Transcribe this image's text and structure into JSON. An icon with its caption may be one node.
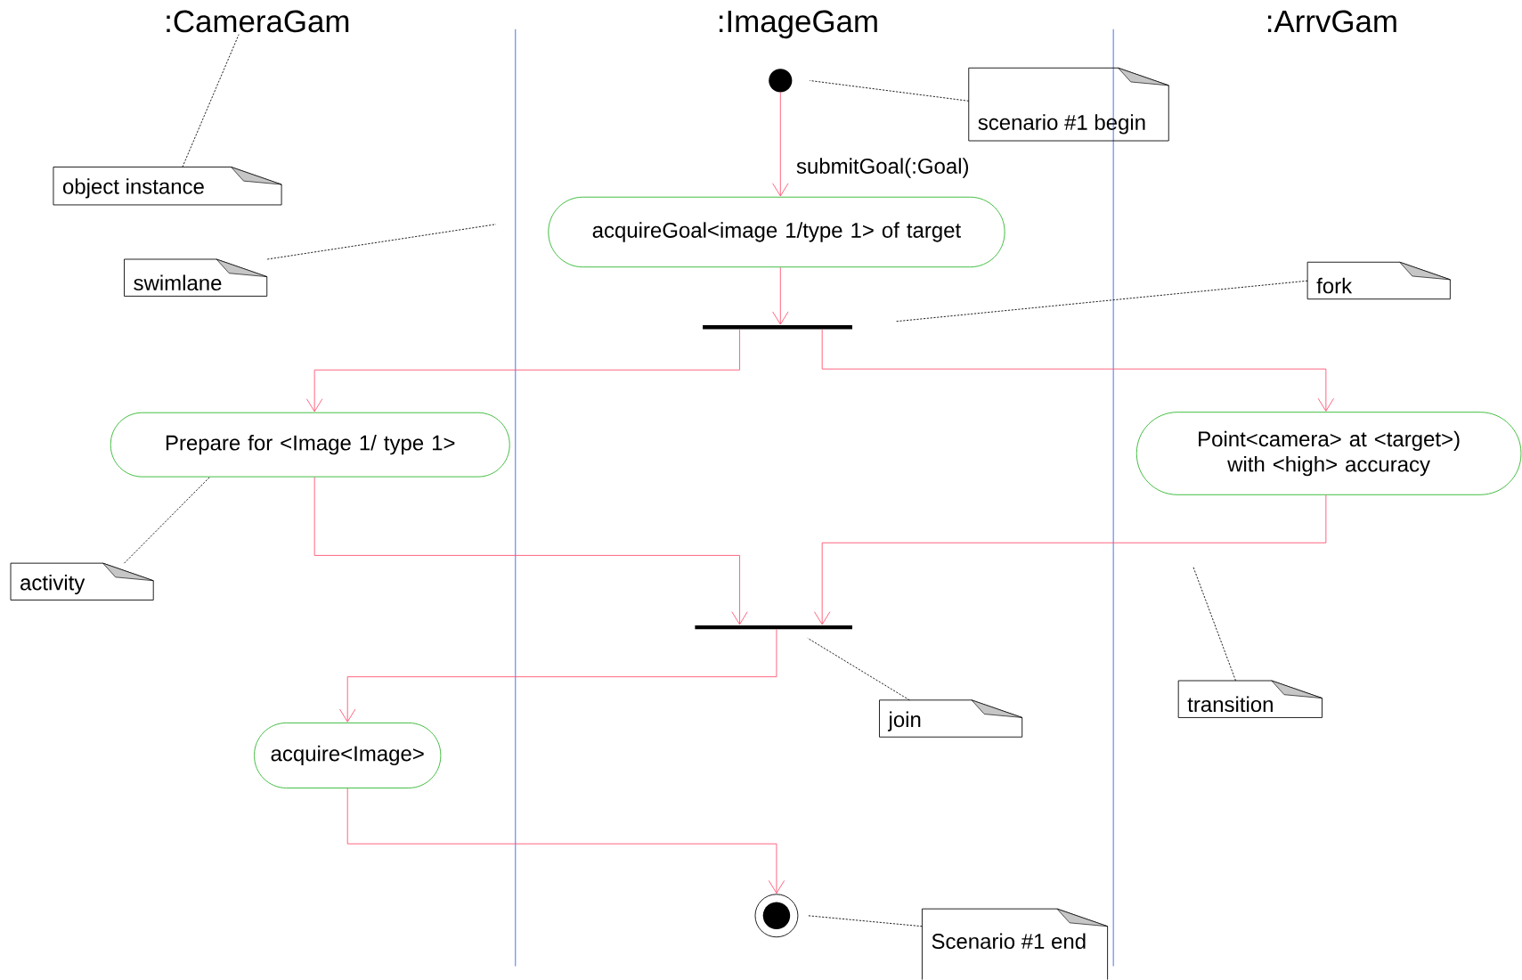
{
  "diagram": {
    "nodes": [
      {
        "text": [
          ":CameraGam"
        ]
      },
      {
        "text": [
          ":ImageGam"
        ]
      },
      {
        "text": [
          ":ArrvGam"
        ]
      },
      {
        "text": [
          "object instance"
        ]
      },
      {
        "text": [
          "swimlane"
        ]
      },
      {
        "text": [],
        "shape": "circle"
      },
      {
        "text": [
          "scenario #1 begin"
        ]
      },
      {
        "text": [
          "acquireGoal<image 1/type 1> of target"
        ]
      },
      {
        "text": [],
        "shape": "bar"
      },
      {
        "text": [
          "fork"
        ]
      },
      {
        "text": [
          "Prepare for <Image 1/ type 1>"
        ]
      },
      {
        "text": [
          "Point<camera> at <target>) with <high> accuracy"
        ]
      },
      {
        "text": [
          "activity"
        ]
      },
      {
        "text": [],
        "shape": "bar"
      },
      {
        "text": [
          "transition"
        ]
      },
      {
        "text": [
          "join"
        ]
      },
      {
        "text": [
          "acquire<Image>"
        ]
      },
      {
        "text": [],
        "shape": "bullseye"
      },
      {
        "text": [
          "Scenario #1 end"
        ]
      }
    ],
    "edges": [
      {
        "from": 3,
        "to": 0,
        "arrow": "none",
        "style": "dashed",
        "color": "#000000"
      },
      {
        "from": 4,
        "to": null,
        "arrow": "none",
        "style": "dashed",
        "color": "#000000"
      },
      {
        "from": 6,
        "to": 5,
        "arrow": "none",
        "style": "dashed",
        "color": "#000000"
      },
      {
        "from": 5,
        "to": 7,
        "arrow": "to",
        "label": "submitGoal(:Goal)",
        "color": "#ff4f6e"
      },
      {
        "from": 7,
        "to": 8,
        "arrow": "to",
        "color": "#ff4f6e"
      },
      {
        "from": 9,
        "to": 8,
        "arrow": "none",
        "style": "dashed",
        "color": "#000000"
      },
      {
        "from": 8,
        "to": 10,
        "arrow": "to",
        "color": "#ff4f6e"
      },
      {
        "from": 8,
        "to": 11,
        "arrow": "to",
        "color": "#ff4f6e"
      },
      {
        "from": 12,
        "to": 10,
        "arrow": "none",
        "style": "dashed",
        "color": "#000000"
      },
      {
        "from": 10,
        "to": 13,
        "arrow": "to",
        "color": "#ff4f6e"
      },
      {
        "from": 11,
        "to": 13,
        "arrow": "to",
        "color": "#ff4f6e"
      },
      {
        "from": 14,
        "to": null,
        "arrow": "none",
        "style": "dashed",
        "color": "#000000"
      },
      {
        "from": 15,
        "to": 13,
        "arrow": "none",
        "style": "dashed",
        "color": "#000000"
      },
      {
        "from": 13,
        "to": 16,
        "arrow": "to",
        "color": "#ff4f6e"
      },
      {
        "from": 16,
        "to": 17,
        "arrow": "to",
        "color": "#ff4f6e"
      },
      {
        "from": 18,
        "to": 17,
        "arrow": "none",
        "style": "dashed",
        "color": "#000000"
      }
    ]
  }
}
